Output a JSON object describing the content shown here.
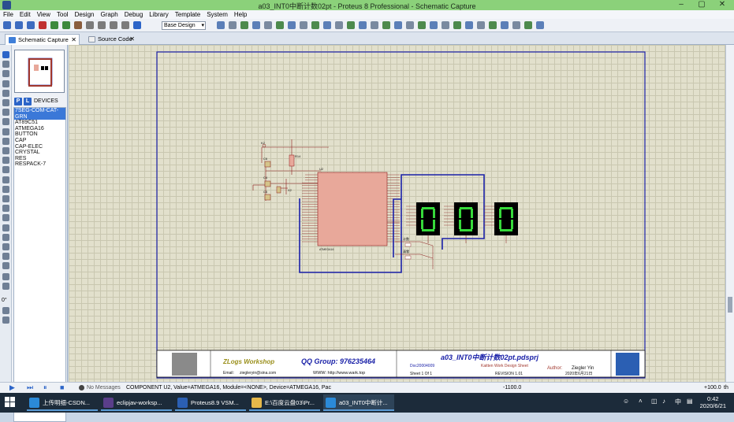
{
  "window": {
    "title": "a03_INT0中断计数02pt - Proteus 8 Professional - Schematic Capture"
  },
  "menu": [
    "File",
    "Edit",
    "View",
    "Tool",
    "Design",
    "Graph",
    "Debug",
    "Library",
    "Template",
    "System",
    "Help"
  ],
  "toolbar": {
    "design_select": "Base Design"
  },
  "tabs": [
    {
      "label": "Schematic Capture",
      "close": "✕"
    },
    {
      "label": "Source Code",
      "close": "✕"
    }
  ],
  "panel": {
    "p_label": "P",
    "l_label": "L",
    "devices_header": "DEVICES",
    "devices": [
      "7SEG-COM-CAT-GRN",
      "AT89C51",
      "ATMEGA16",
      "BUTTON",
      "CAP",
      "CAP-ELEC",
      "CRYSTAL",
      "RES",
      "RESPACK-7"
    ],
    "selected_device": "7SEG-COM-CAT-GRN"
  },
  "rotation_label": "0°",
  "schematic": {
    "labels": {
      "k2": "K2",
      "r14": "R14",
      "c6": "C6",
      "c4": "C4",
      "c5": "C5",
      "x2": "X2",
      "u2": "U2",
      "u2_part": "ATMEGA16",
      "btn_start": "计数",
      "btn_clear": "清零"
    },
    "digits": [
      "0",
      "0",
      "0"
    ],
    "title_block": {
      "logo_text": "ZLogs Workshop",
      "email_label": "Email:",
      "email": "ziegleryin@sina.com",
      "qq": "QQ Group: 976235464",
      "www": "WWW: http://www.wark.top",
      "project_name": "a03_INT0中断计数02pt.pdsprj",
      "doc_id": "Doc20004009",
      "studio": "Kaitten Work Design Sheet",
      "author_label": "Author:",
      "author": "Ziegler Yin",
      "sheet": "Sheet 1 Of 1",
      "revision": "REVISION 1.01",
      "date": "2020年6月21日"
    }
  },
  "status": {
    "messages": "No Messages",
    "info": "COMPONENT U2, Value=ATMEGA16, Module=<NONE>, Device=ATMEGA16, Pac",
    "coord_x": "-1100.0",
    "coord_y": "+100.0",
    "unit": "th"
  },
  "taskbar": {
    "items": [
      "上传明细-CSDN...",
      "eclipjav-worksp...",
      "Proteus8.9 VSM...",
      "E:\\百度云盘03\\Pr...",
      "a03_INT0中断计..."
    ],
    "time": "0:42",
    "date": "2020/6/21",
    "ime": "中"
  },
  "colors": {
    "wire_blue": "#1a21a8",
    "chip_fill": "#e8a89a",
    "seg_on": "#36d93a",
    "seg_bg": "#000000",
    "titlebar": "#8bd17a"
  }
}
